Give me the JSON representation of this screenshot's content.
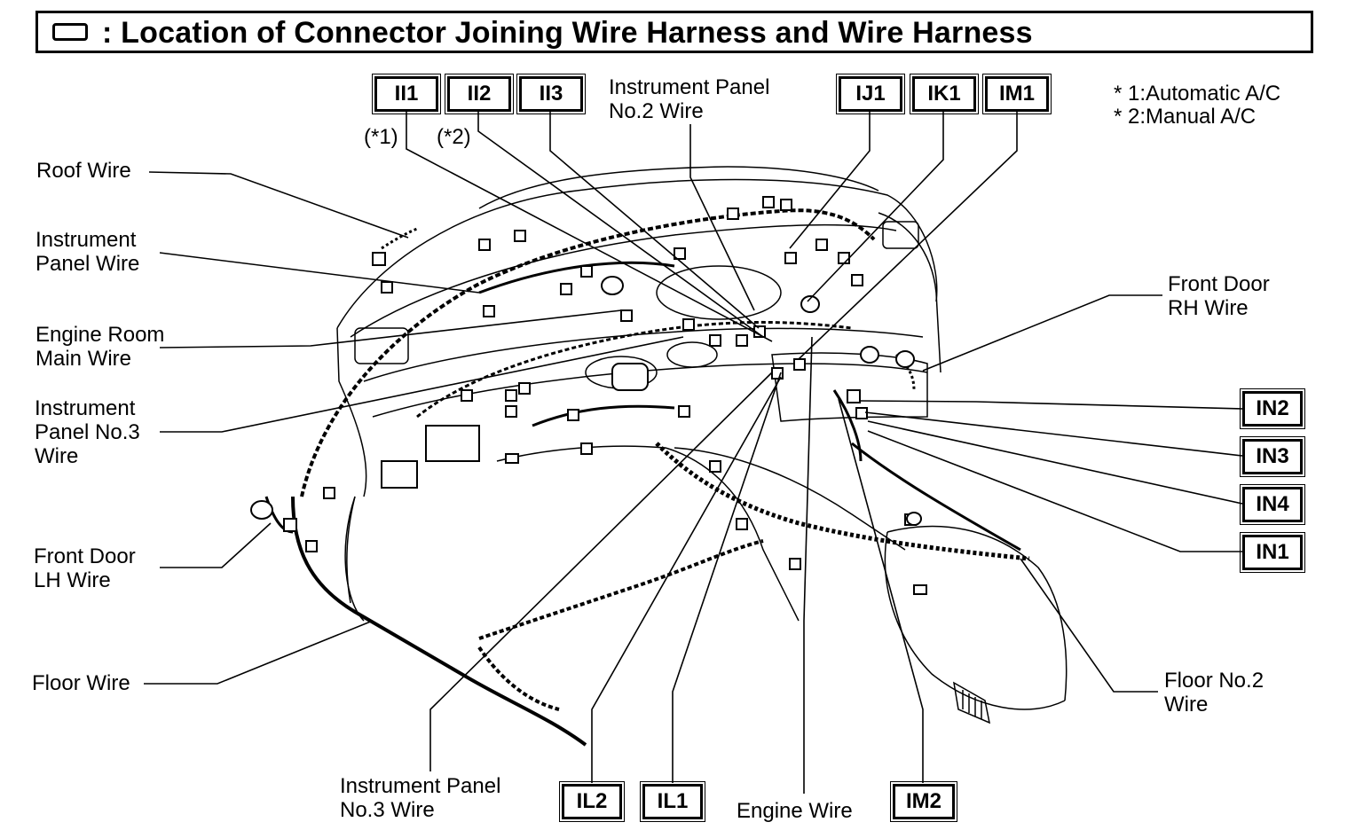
{
  "title": {
    "text": ": Location of Connector Joining Wire Harness and Wire Harness",
    "icon": "connector-box-icon"
  },
  "notes": {
    "note1": "* 1:Automatic A/C",
    "note2": "* 2:Manual A/C"
  },
  "connectors": {
    "ii1": "II1",
    "ii2": "II2",
    "ii3": "II3",
    "ij1": "IJ1",
    "ik1": "IK1",
    "im1": "IM1",
    "in2": "IN2",
    "in3": "IN3",
    "in4": "IN4",
    "in1": "IN1",
    "il2": "IL2",
    "il1": "IL1",
    "im2": "IM2"
  },
  "markers": {
    "star1": "(*1)",
    "star2": "(*2)"
  },
  "wires": {
    "roof": "Roof Wire",
    "instrument_panel": [
      "Instrument",
      "Panel Wire"
    ],
    "engine_room_main": [
      "Engine Room",
      "Main Wire"
    ],
    "instrument_panel_no3_left": [
      "Instrument",
      "Panel No.3",
      "Wire"
    ],
    "front_door_lh": [
      "Front Door",
      "LH Wire"
    ],
    "floor": "Floor Wire",
    "instrument_panel_no2": [
      "Instrument Panel",
      "No.2 Wire"
    ],
    "front_door_rh": [
      "Front Door",
      "RH Wire"
    ],
    "floor_no2": [
      "Floor No.2",
      "Wire"
    ],
    "instrument_panel_no3_bottom": [
      "Instrument Panel",
      "No.3 Wire"
    ],
    "engine": "Engine Wire"
  }
}
